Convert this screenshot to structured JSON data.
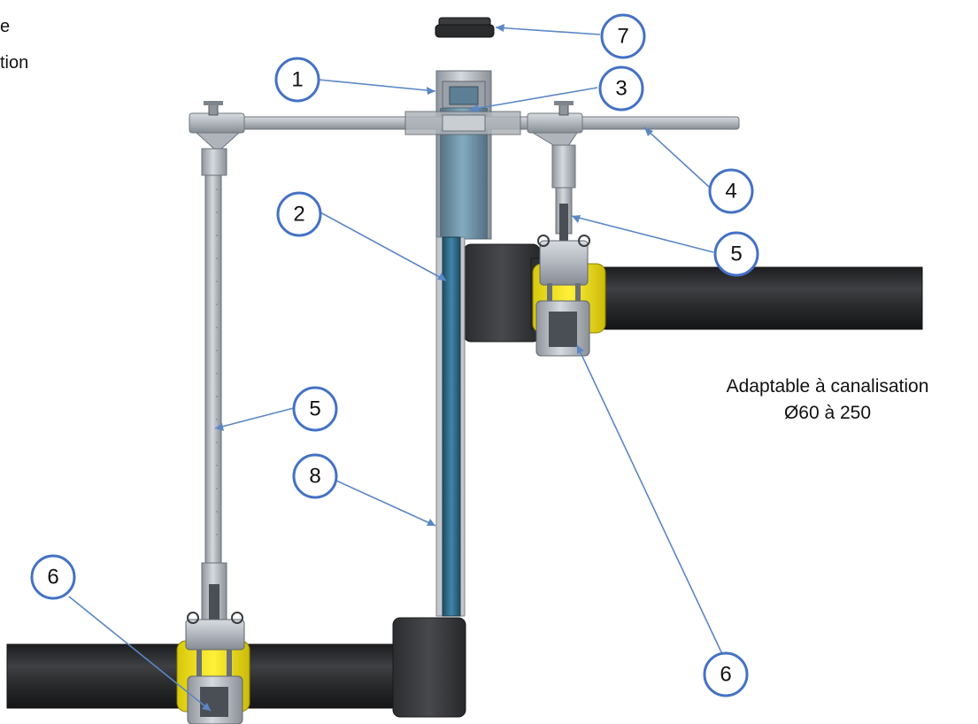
{
  "clipped_text": {
    "line1": "e",
    "line2": "tion"
  },
  "caption": {
    "line1": "Adaptable à canalisation",
    "line2": "Ø60 à 250"
  },
  "callouts": [
    "1",
    "2",
    "3",
    "4",
    "5",
    "5",
    "6",
    "6",
    "7",
    "8"
  ],
  "colors": {
    "steel": "#b6bcc4",
    "pipe": "#2a2b2d",
    "box": "#3a3b3d",
    "collar": "#f2e316",
    "tube": "#336e8c",
    "leader": "#5b87c5",
    "circle_stroke": "#4472c4"
  }
}
